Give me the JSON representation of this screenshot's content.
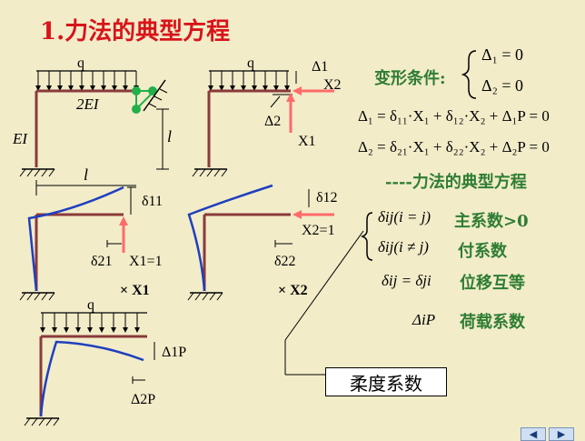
{
  "title": "1.力法的典型方程",
  "conditions_label": "变形条件:",
  "conditions": [
    "Δ₁ = 0",
    "Δ₂ = 0"
  ],
  "equations": [
    "Δ₁ = δ₁₁·X₁ + δ₁₂·X₂ + Δ₁P = 0",
    "Δ₂ = δ₂₁·X₁ + δ₂₂·X₂ + Δ₂P = 0"
  ],
  "eq_caption": "----力法的典型方程",
  "coefficients": [
    {
      "symbol": "δij(i = j)",
      "label": "主系数>0"
    },
    {
      "symbol": "δij(i ≠ j)",
      "label": "付系数"
    },
    {
      "symbol": "δij = δji",
      "label": "位移互等"
    },
    {
      "symbol": "ΔiP",
      "label": "荷载系数"
    }
  ],
  "flexibility_box": "柔度系数",
  "diagrams": {
    "load_label": "q",
    "beam_rigidity": "2EI",
    "column_rigidity": "EI",
    "length_label": "l",
    "delta1": "Δ1",
    "delta2": "Δ2",
    "x1": "X1",
    "x2": "X2",
    "x1_unit": "X1=1",
    "x2_unit": "X2=1",
    "d11": "δ11",
    "d21": "δ21",
    "d12": "δ12",
    "d22": "δ22",
    "mult_x1": "× X1",
    "mult_x2": "× X2",
    "d1p": "Δ1P",
    "d2p": "Δ2P"
  },
  "nav": {
    "prev": "◀",
    "next": "▶"
  },
  "colors": {
    "title": "#d8141a",
    "green_text": "#2e7d32",
    "deflection": "#1f3fbf",
    "force_arrow": "#ff6a6a",
    "support_node": "#22b04a",
    "structure": "#8b3a3a"
  }
}
